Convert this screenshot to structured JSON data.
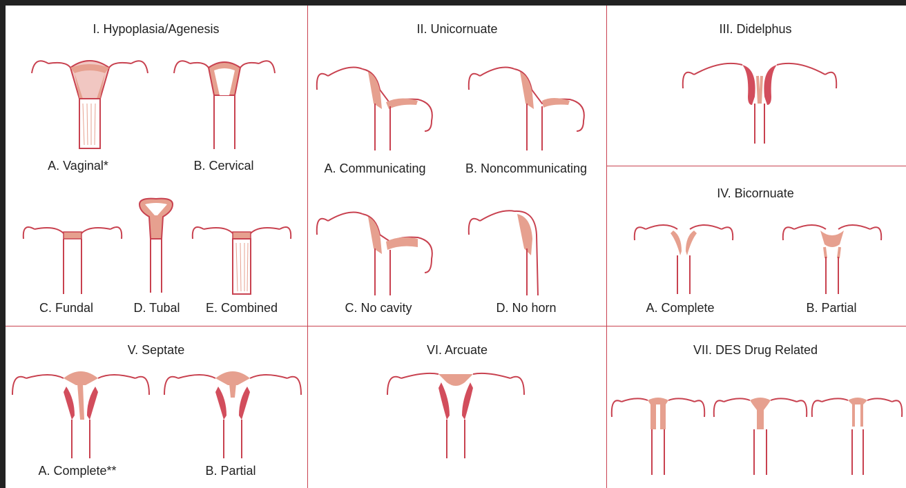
{
  "panels": {
    "p1": {
      "title": "I.  Hypoplasia/Agenesis",
      "labels": [
        "A. Vaginal*",
        "B. Cervical",
        "C. Fundal",
        "D. Tubal",
        "E. Combined"
      ]
    },
    "p2": {
      "title": "II.  Unicornuate",
      "labels": [
        "A. Communicating",
        "B. Noncommunicating",
        "C. No cavity",
        "D. No horn"
      ]
    },
    "p3": {
      "title": "III.  Didelphus"
    },
    "p4": {
      "title": "IV.  Bicornuate",
      "labels": [
        "A. Complete",
        "B. Partial"
      ]
    },
    "p5": {
      "title": "V.  Septate",
      "labels": [
        "A. Complete**",
        "B. Partial"
      ]
    },
    "p6": {
      "title": "VI.  Arcuate"
    },
    "p7": {
      "title": "VII.  DES Drug Related"
    }
  },
  "colors": {
    "line": "#c8414f",
    "fill": "#e6a08f",
    "fill_light": "#f1c7c2",
    "dark": "#d24d5c"
  }
}
